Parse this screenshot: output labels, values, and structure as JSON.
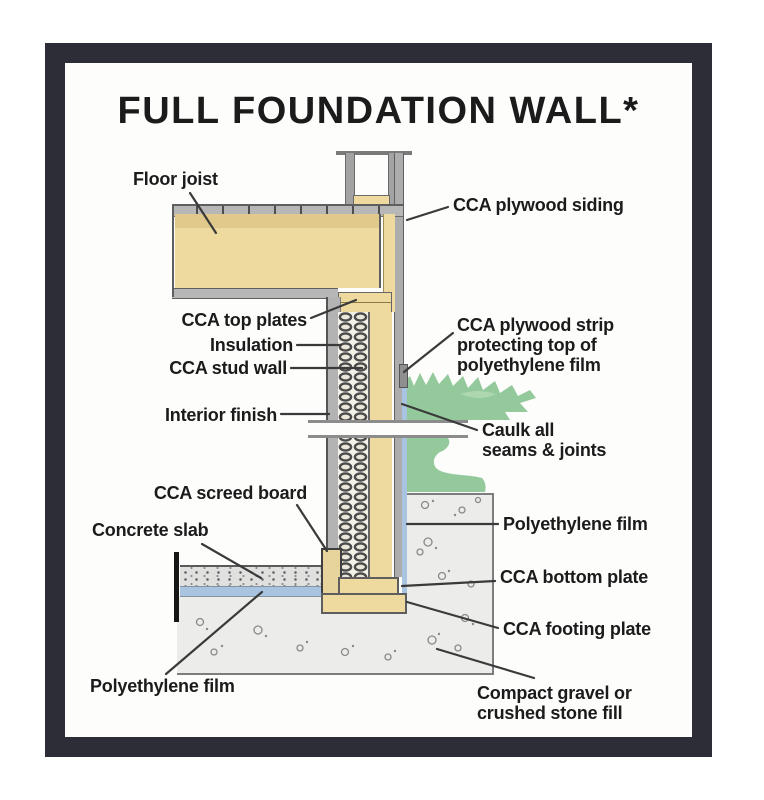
{
  "title": "FULL FOUNDATION WALL*",
  "labels": {
    "floor_joist": "Floor joist",
    "cca_plywood_siding": "CCA plywood siding",
    "cca_top_plates": "CCA top plates",
    "insulation": "Insulation",
    "cca_stud_wall": "CCA stud wall",
    "interior_finish": "Interior finish",
    "cca_plywood_strip_line1": "CCA plywood strip",
    "cca_plywood_strip_line2": "protecting top of",
    "cca_plywood_strip_line3": "polyethylene film",
    "caulk_line1": "Caulk all",
    "caulk_line2": "seams & joints",
    "cca_screed_board": "CCA screed board",
    "concrete_slab": "Concrete slab",
    "polyethylene_film_right": "Polyethylene film",
    "cca_bottom_plate": "CCA bottom plate",
    "cca_footing_plate": "CCA footing plate",
    "polyethylene_film_bottom": "Polyethylene film",
    "compact_gravel_line1": "Compact gravel or",
    "compact_gravel_line2": "crushed stone fill"
  },
  "colors": {
    "frame": "#2d2d38",
    "wood": "#eeda9f",
    "wood_dark": "#e0c98b",
    "plywood_gray": "#adadad",
    "film_blue": "#a9c4e0",
    "grass_green": "#93c99b",
    "gravel": "#ececea",
    "slab": "#e0e0de",
    "text": "#1b1b1b"
  }
}
